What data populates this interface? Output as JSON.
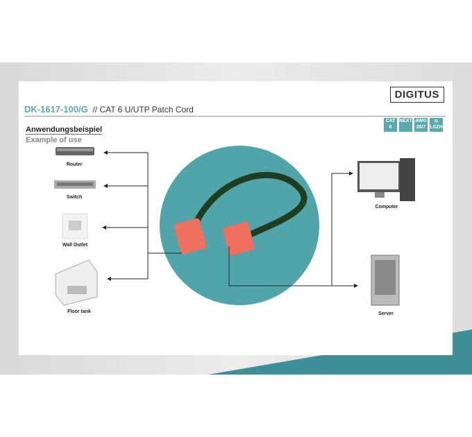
{
  "brand": "DIGITUS",
  "header": {
    "code": "DK-1617-100/G",
    "title": "// CAT 6 U/UTP Patch Cord"
  },
  "heading_de": "Anwendungsbeispiel",
  "heading_en": "Example of use",
  "badges": [
    {
      "top": "CAT",
      "bottom": "6"
    },
    {
      "top": "NEXT",
      "bottom": ""
    },
    {
      "top": "AWG",
      "bottom": "26/7"
    },
    {
      "top": "⦸",
      "bottom": "LSZH"
    }
  ],
  "devices": {
    "router": "Router",
    "switch": "Switch",
    "wall_outlet": "Wall Outlet",
    "floor_tank": "Floor tank",
    "computer": "Computer",
    "server": "Server"
  },
  "colors": {
    "accent": "#5aa9ad",
    "cable": "#1f3d20",
    "connector": "#f07060"
  }
}
